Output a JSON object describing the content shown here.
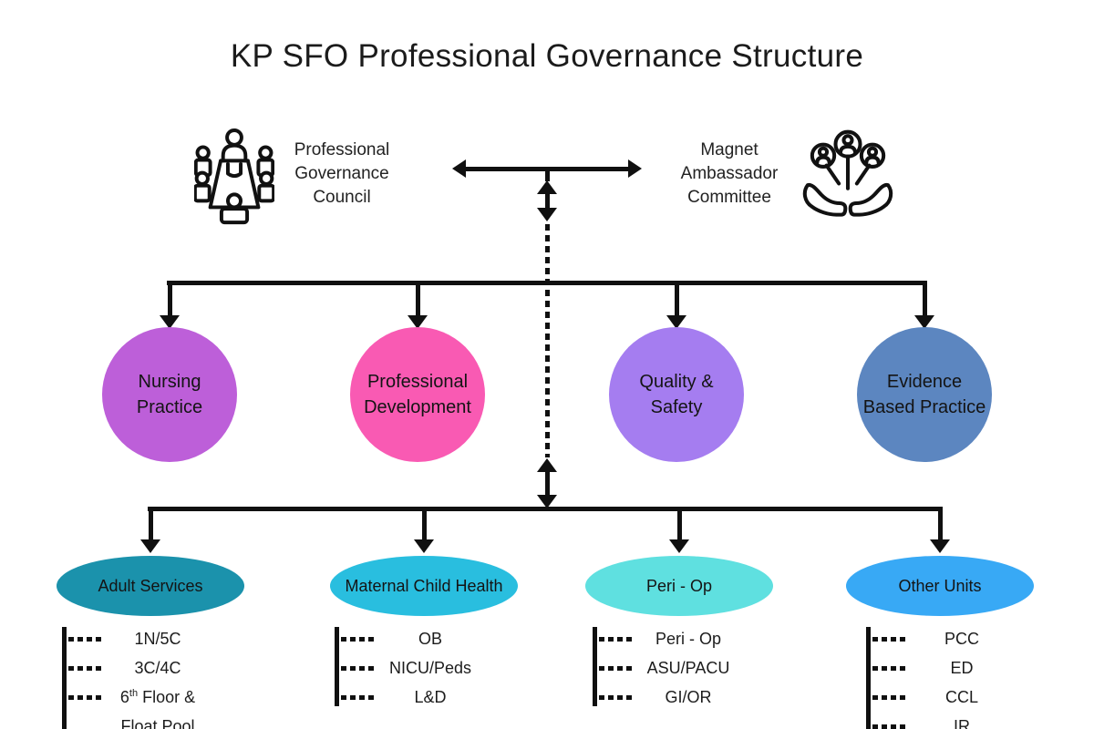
{
  "title": "KP SFO Professional Governance Structure",
  "top": {
    "left_label": "Professional Governance Council",
    "right_label": "Magnet Ambassador Committee",
    "left_icon": "people-around-conference-table",
    "right_icon": "hands-holding-people"
  },
  "colors": {
    "line": "#101010"
  },
  "councils": [
    {
      "label": "Nursing Practice",
      "color": "#bd5fd9"
    },
    {
      "label": "Professional Development",
      "color": "#f95ab3"
    },
    {
      "label": "Quality & Safety",
      "color": "#a57df0"
    },
    {
      "label": "Evidence Based Practice",
      "color": "#5c86c0"
    }
  ],
  "units": [
    {
      "label": "Adult Services",
      "color": "#1b92ac",
      "rows": [
        "1N/5C",
        "3C/4C",
        {
          "base": "6",
          "sup": "th",
          "rest": " Floor &"
        },
        "Float Pool"
      ]
    },
    {
      "label": "Maternal Child Health",
      "color": "#29bedf",
      "rows": [
        "OB",
        "NICU/Peds",
        "L&D"
      ]
    },
    {
      "label": "Peri - Op",
      "color": "#5fe0e0",
      "rows": [
        "Peri - Op",
        "ASU/PACU",
        "GI/OR"
      ]
    },
    {
      "label": "Other Units",
      "color": "#38a9f5",
      "rows": [
        "PCC",
        "ED",
        "CCL",
        "IR"
      ]
    }
  ]
}
